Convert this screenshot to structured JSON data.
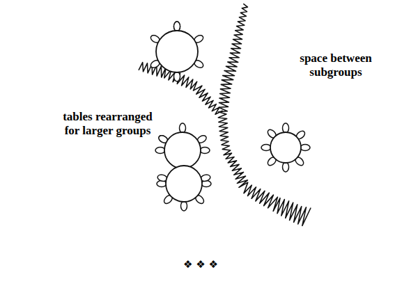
{
  "diagram": {
    "labels": [
      "space between subgroups",
      "tables rearranged for larger groups",
      "❖ ❖ ❖"
    ]
  }
}
